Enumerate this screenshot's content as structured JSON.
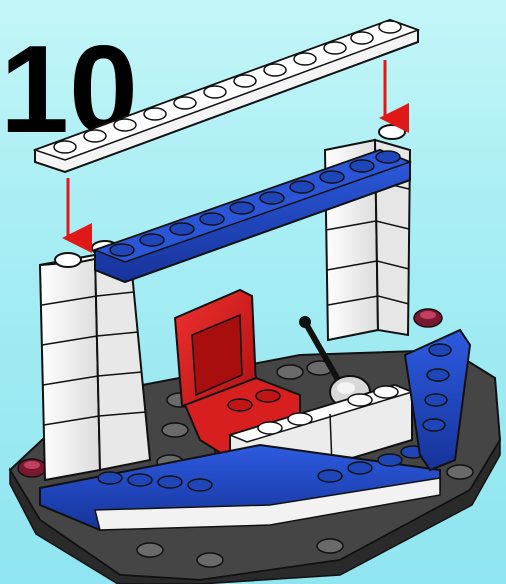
{
  "instruction_step": {
    "step_number": "10"
  },
  "colors": {
    "background_top": "#c4f6f8",
    "background_bottom": "#8fe5f0",
    "brick_white": "#f2f2f2",
    "brick_blue": "#1f46b8",
    "brick_red": "#d81f1f",
    "plate_gray": "#4a4a4a",
    "arrow": "#e01818"
  },
  "icons": [
    "arrow-down-icon",
    "white-plate-1x12",
    "red-seat",
    "control-lever"
  ]
}
